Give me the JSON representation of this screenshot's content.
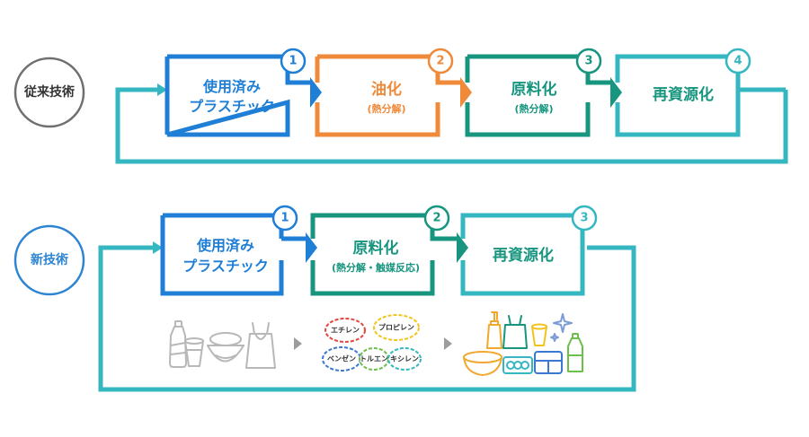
{
  "colors": {
    "blue": "#1f7fd6",
    "orange": "#ef8a3a",
    "green": "#17957f",
    "teal": "#35b7c2",
    "gray": "#6f6f6f",
    "sketch_gray": "#b8b8b8",
    "new_tech_blue": "#2d84d2",
    "cloud_red": "#e0473f",
    "cloud_yellow": "#f0c419",
    "cloud_blue": "#3a78d4",
    "cloud_green": "#6bbf4a"
  },
  "conventional": {
    "label": "従来技術",
    "steps": [
      {
        "number": "1",
        "line1": "使用済み",
        "line2": "プラスチック",
        "sub": "",
        "color": "blue"
      },
      {
        "number": "2",
        "line1": "油化",
        "line2": "",
        "sub": "(熱分解)",
        "color": "orange"
      },
      {
        "number": "3",
        "line1": "原料化",
        "line2": "",
        "sub": "(熱分解)",
        "color": "green"
      },
      {
        "number": "4",
        "line1": "再資源化",
        "line2": "",
        "sub": "",
        "color": "teal"
      }
    ]
  },
  "new_technology": {
    "label": "新技術",
    "steps": [
      {
        "number": "1",
        "line1": "使用済み",
        "line2": "プラスチック",
        "sub": "",
        "color": "blue"
      },
      {
        "number": "2",
        "line1": "原料化",
        "line2": "",
        "sub": "(熱分解・触媒反応)",
        "color": "green"
      },
      {
        "number": "3",
        "line1": "再資源化",
        "line2": "",
        "sub": "",
        "color": "teal"
      }
    ],
    "chemicals": [
      "エチレン",
      "プロピレン",
      "ベンゼン",
      "トルエン",
      "キシレン"
    ],
    "waste_icons": [
      "bottle-icon",
      "cup-icon",
      "bowl-icon",
      "bag-icon"
    ],
    "product_icons": [
      "pump-bottle-icon",
      "shopping-bag-icon",
      "cup-icon",
      "sparkle-icon",
      "basin-icon",
      "egg-carton-icon",
      "lunch-box-icon",
      "drink-bottle-icon"
    ]
  }
}
